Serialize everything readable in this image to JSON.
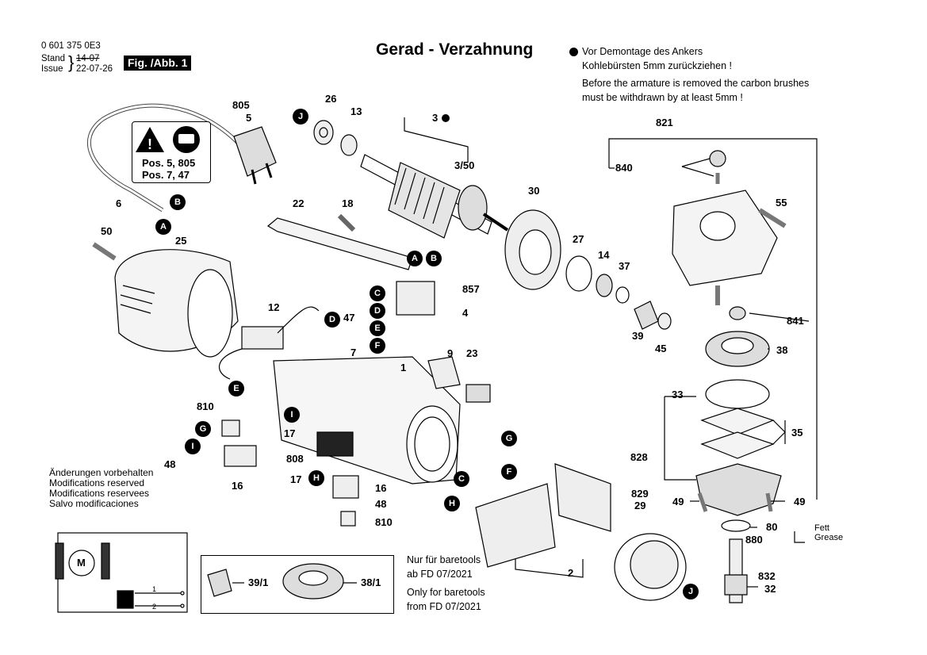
{
  "header": {
    "part_number": "0 601 375 0E3",
    "stand_label": "Stand",
    "issue_label": "Issue",
    "stand_old_date": "14-07",
    "issue_date": "22-07-26",
    "figure_label": "Fig. /Abb. 1",
    "title": "Gerad - Verzahnung"
  },
  "note": {
    "de_line1": "Vor Demontage des Ankers",
    "de_line2": "Kohlebürsten 5mm zurückziehen !",
    "en_line1": "Before the armature is removed the carbon brushes",
    "en_line2": "must be withdrawn by at least 5mm !"
  },
  "warning_box": {
    "line1": "Pos. 5, 805",
    "line2": "Pos. 7, 47"
  },
  "modifications": [
    "Änderungen vorbehalten",
    "Modifications reserved",
    "Modifications reservees",
    "Salvo modificaciones"
  ],
  "baretools": {
    "de_line1": "Nur für baretools",
    "de_line2": "ab FD 07/2021",
    "en_line1": "Only for baretools",
    "en_line2": "from FD 07/2021",
    "part_a": "39/1",
    "part_b": "38/1"
  },
  "grease": {
    "de": "Fett",
    "en": "Grease"
  },
  "motor_label": "M",
  "switch_labels": [
    "1",
    "2"
  ],
  "callouts": {
    "p805": "805",
    "p5": "5",
    "p6": "6",
    "p50": "50",
    "p25": "25",
    "p26": "26",
    "p13": "13",
    "p3": "3",
    "p3_50": "3/50",
    "p22": "22",
    "p18": "18",
    "p30": "30",
    "p27": "27",
    "p14": "14",
    "p37": "37",
    "p39": "39",
    "p45": "45",
    "p857": "857",
    "p4": "4",
    "p12": "12",
    "p47": "47",
    "p7": "7",
    "p1": "1",
    "p9": "9",
    "p23": "23",
    "p810a": "810",
    "p17a": "17",
    "p48a": "48",
    "p16a": "16",
    "p808": "808",
    "p17b": "17",
    "p16b": "16",
    "p48b": "48",
    "p810b": "810",
    "p2": "2",
    "p829": "829",
    "p29": "29",
    "p821": "821",
    "p840": "840",
    "p55": "55",
    "p841": "841",
    "p38": "38",
    "p33": "33",
    "p35": "35",
    "p828": "828",
    "p49a": "49",
    "p49b": "49",
    "p80": "80",
    "p880": "880",
    "p832": "832",
    "p32": "32"
  },
  "bubbles": {
    "J1": "J",
    "B1": "B",
    "A1": "A",
    "A2": "A",
    "B2": "B",
    "C1": "C",
    "D1": "D",
    "E1": "E",
    "F1": "F",
    "D2": "D",
    "E2": "E",
    "I1": "I",
    "G1": "G",
    "I2": "I",
    "H1": "H",
    "G2": "G",
    "F2": "F",
    "C2": "C",
    "H2": "H",
    "J2": "J"
  }
}
